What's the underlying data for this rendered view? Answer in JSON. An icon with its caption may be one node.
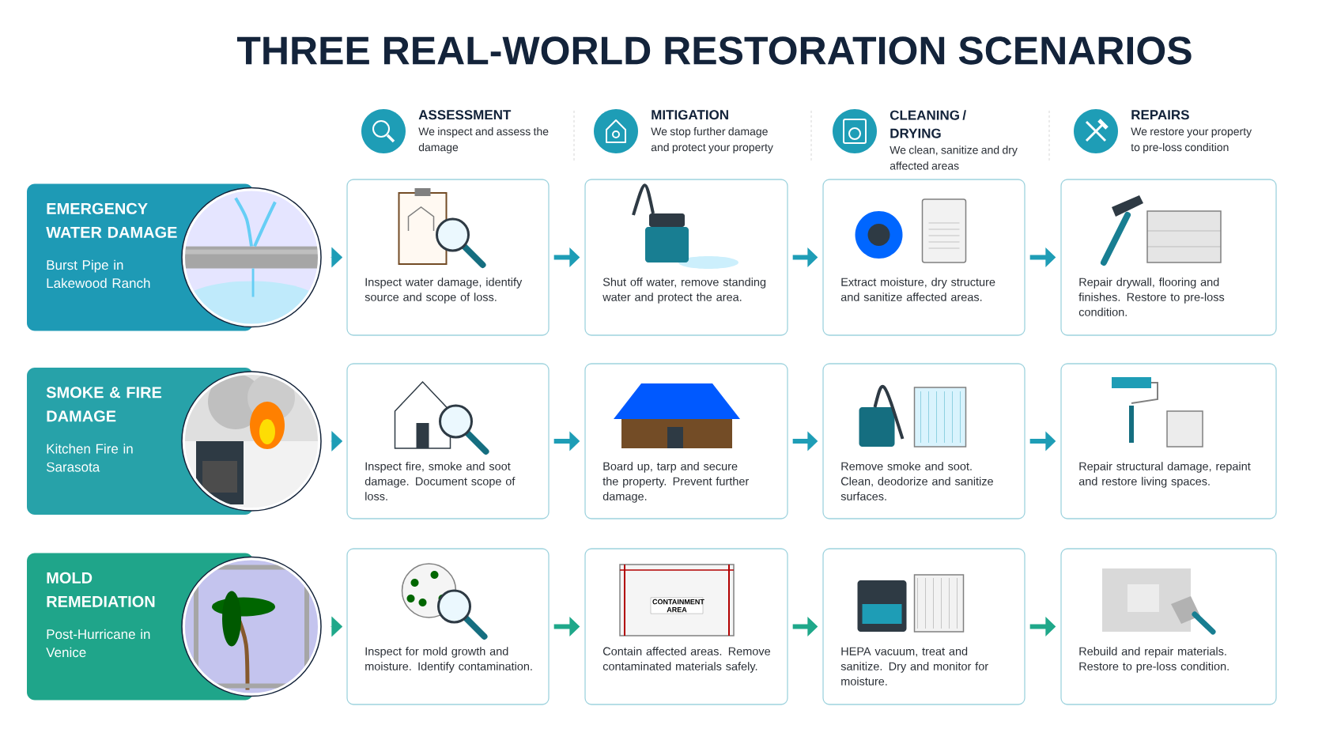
{
  "diagram": {
    "title": "THREE REAL-WORLD RESTORATION SCENARIOS",
    "nodes": [
      {
        "text": [
          "ASSESSMENT",
          "We inspect and assess the damage"
        ]
      },
      {
        "text": [
          "MITIGATION",
          "We stop further damage and protect your property"
        ]
      },
      {
        "text": [
          "CLEANING / DRYING",
          "We clean, sanitize and dry affected areas"
        ]
      },
      {
        "text": [
          "REPAIRS",
          "We restore your property to pre-loss condition"
        ]
      },
      {
        "text": [
          "EMERGENCY WATER DAMAGE",
          "Burst Pipe in Lakewood Ranch"
        ]
      },
      {
        "text": [
          "Inspect water damage, identify source and scope of loss."
        ]
      },
      {
        "text": [
          "Shut off water, remove standing water and protect the area."
        ]
      },
      {
        "text": [
          "Extract moisture, dry structure and sanitize affected areas."
        ]
      },
      {
        "text": [
          "Repair drywall, flooring and finishes. Restore to pre-loss condition."
        ]
      },
      {
        "text": [
          "SMOKE & FIRE DAMAGE",
          "Kitchen Fire in Sarasota"
        ]
      },
      {
        "text": [
          "Inspect fire, smoke and soot damage. Document scope of loss."
        ]
      },
      {
        "text": [
          "Board up, tarp and secure the property. Prevent further damage."
        ]
      },
      {
        "text": [
          "Remove smoke and soot. Clean, deodorize and sanitize surfaces."
        ]
      },
      {
        "text": [
          "Repair structural damage, repaint and restore living spaces."
        ]
      },
      {
        "text": [
          "MOLD REMEDIATION",
          "Post-Hurricane in Venice"
        ]
      },
      {
        "text": [
          "Inspect for mold growth and moisture. Identify contamination."
        ]
      },
      {
        "text": [
          "Contain affected areas. Remove contaminated materials safely."
        ]
      },
      {
        "text": [
          "HEPA vacuum, treat and sanitize. Dry and monitor for moisture."
        ]
      },
      {
        "text": [
          "Rebuild and repair materials. Restore to pre-loss condition."
        ]
      }
    ],
    "edges": [
      {
        "from": 4,
        "to": 5,
        "arrow": "to"
      },
      {
        "from": 5,
        "to": 6,
        "arrow": "to"
      },
      {
        "from": 6,
        "to": 7,
        "arrow": "to"
      },
      {
        "from": 7,
        "to": 8,
        "arrow": "to"
      },
      {
        "from": 9,
        "to": 10,
        "arrow": "to"
      },
      {
        "from": 10,
        "to": 11,
        "arrow": "to"
      },
      {
        "from": 11,
        "to": 12,
        "arrow": "to"
      },
      {
        "from": 12,
        "to": 13,
        "arrow": "to"
      },
      {
        "from": 14,
        "to": 15,
        "arrow": "to",
        "color": "#1fa88a"
      },
      {
        "from": 15,
        "to": 16,
        "arrow": "to",
        "color": "#1fa88a"
      },
      {
        "from": 16,
        "to": 17,
        "arrow": "to",
        "color": "#1fa88a"
      },
      {
        "from": 17,
        "to": 18,
        "arrow": "to",
        "color": "#1fa88a"
      }
    ],
    "labels": [
      "CONTAINMENT AREA"
    ]
  }
}
